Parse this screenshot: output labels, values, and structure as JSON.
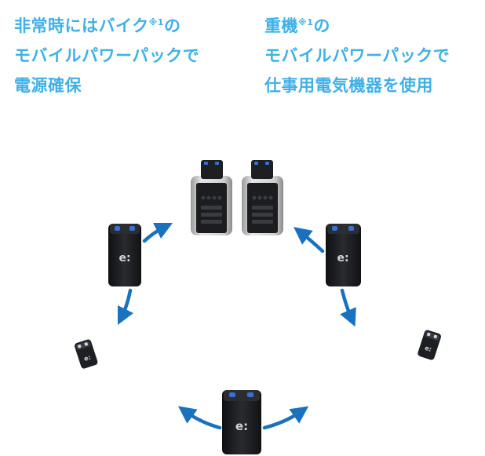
{
  "left_caption": {
    "line1_before": "非常時にはバイク",
    "line1_note": "※1",
    "line1_after": "の",
    "line2": "モバイルパワーパックで",
    "line3": "電源確保"
  },
  "right_caption": {
    "line1_before": "重機",
    "line1_note": "※1",
    "line1_after": "の",
    "line2": "モバイルパワーパックで",
    "line3": "仕事用電気機器を使用"
  },
  "colors": {
    "caption": "#3fb0e8",
    "arrow": "#1a72bf",
    "pack_body": "#1e1f22",
    "pack_accent": "#3a6fd8",
    "generator_shell": "#d8d8d8"
  },
  "icons": {
    "pack_logo": "e-colon-logo",
    "arrow": "curved-arrow-icon"
  }
}
